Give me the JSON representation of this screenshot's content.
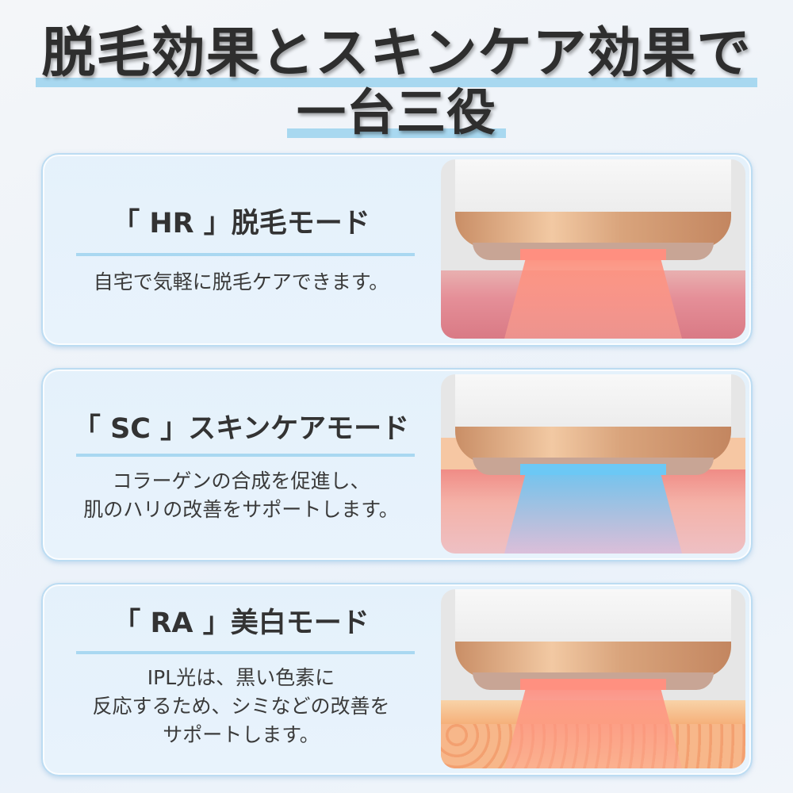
{
  "header": {
    "line1": "脱毛効果とスキンケア効果で",
    "line2": "一台三役",
    "highlight_color": "#a8d8f0"
  },
  "modes": [
    {
      "heading": "「 HR 」脱毛モード",
      "description": [
        "自宅で気軽に脱毛ケアできます。"
      ],
      "image": "device-red-light-hair-removal",
      "light_color": "#ff7a6a",
      "skin_color": "#e8919a"
    },
    {
      "heading": "「 SC 」スキンケアモード",
      "description": [
        "コラーゲンの合成を促進し、",
        "肌のハリの改善をサポートします。"
      ],
      "image": "device-blue-light-skincare",
      "light_color": "#6cc8f5",
      "skin_color": "#f0a99a"
    },
    {
      "heading": "「 RA 」美白モード",
      "description": [
        "IPL光は、黒い色素に",
        "反応するため、シミなどの改善を",
        "サポートします。"
      ],
      "image": "device-red-light-whitening",
      "light_color": "#ff8a7a",
      "skin_color": "#f5b58a"
    }
  ]
}
